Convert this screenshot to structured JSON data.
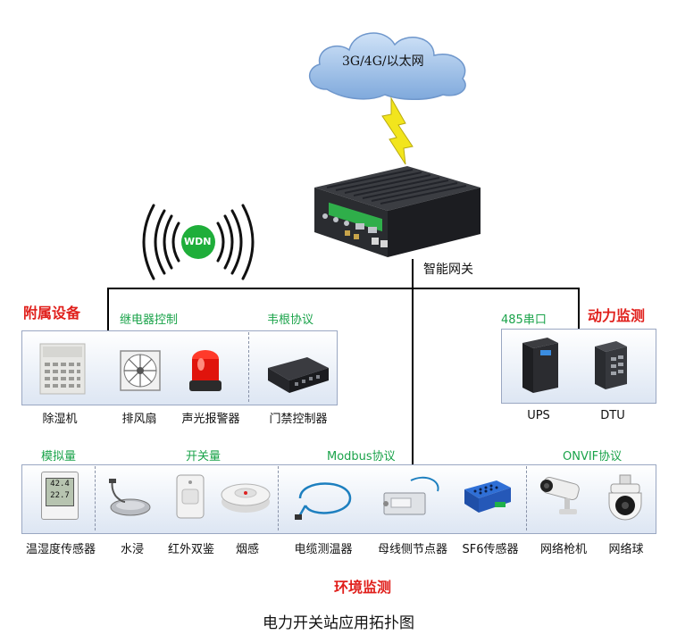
{
  "cloud": {
    "label": "3G/4G/以太网"
  },
  "wireless": {
    "badge": "WDN"
  },
  "gateway": {
    "label": "智能网关"
  },
  "sections": {
    "auxiliary": "附属设备",
    "power": "动力监测",
    "environment": "环境监测"
  },
  "groups": {
    "relay": "继电器控制",
    "wiegand": "韦根协议",
    "serial485": "485串口",
    "analog": "模拟量",
    "switch": "开关量",
    "modbus": "Modbus协议",
    "onvif": "ONVIF协议"
  },
  "devices_top": [
    {
      "label": "除湿机"
    },
    {
      "label": "排风扇"
    },
    {
      "label": "声光报警器"
    },
    {
      "label": "门禁控制器"
    }
  ],
  "devices_power": [
    {
      "label": "UPS"
    },
    {
      "label": "DTU"
    }
  ],
  "devices_bottom": [
    {
      "label": "温湿度传感器"
    },
    {
      "label": "水浸"
    },
    {
      "label": "红外双鉴"
    },
    {
      "label": "烟感"
    },
    {
      "label": "电缆测温器"
    },
    {
      "label": "母线侧节点器"
    },
    {
      "label": "SF6传感器"
    },
    {
      "label": "网络枪机"
    },
    {
      "label": "网络球"
    }
  ],
  "sensor_display": {
    "line1": "42.4",
    "line2": "22.7"
  },
  "title": "电力开关站应用拓扑图",
  "colors": {
    "section": "#e0201c",
    "group": "#1aa34a",
    "badge": "#1fae3a",
    "lightning": "#f2e51d"
  }
}
